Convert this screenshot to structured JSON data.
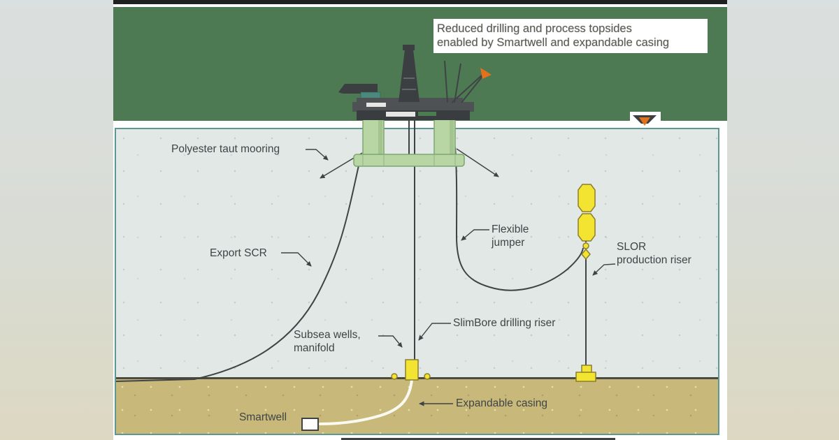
{
  "figure": {
    "top_note": {
      "line1": "Reduced drilling and process topsides",
      "line2": "enabled by Smartwell and expandable casing"
    },
    "labels": {
      "mooring": "Polyester taut mooring",
      "export_scr": "Export SCR",
      "flexible_jumper": "Flexible\njumper",
      "slor_riser": "SLOR\nproduction riser",
      "slimbore_riser": "SlimBore drilling riser",
      "subsea_wells": "Subsea wells,\nmanifold",
      "expandable_casing": "Expandable casing",
      "smartwell": "Smartwell"
    },
    "colors": {
      "page_top": "#dadfdf",
      "page_bottom": "#dcd8c2",
      "top_bar": "#1f2121",
      "sky": "#4d7a53",
      "water": "#e2e8e6",
      "water_border": "#5b9894",
      "seabed": "#c8b97a",
      "seabed_line": "#4a4a40",
      "platform_green": "#b8d5a4",
      "platform_green_stroke": "#7da671",
      "deck_dark": "#3b3f41",
      "deck_mid": "#4e5254",
      "container_teal": "#4a897c",
      "line_dark": "#3f4345",
      "yellow": "#f2e430",
      "yellow_stroke": "#8a7f2e",
      "flame_orange": "#e2711c",
      "casing_white": "#fafaf2",
      "label_text": "#3f4446",
      "note_text": "#585b53"
    }
  }
}
